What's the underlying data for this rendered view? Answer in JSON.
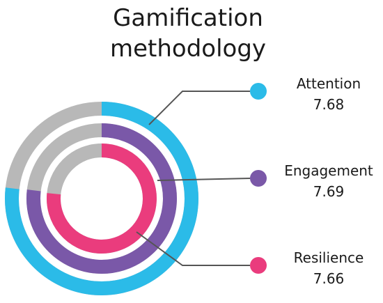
{
  "title_lines": [
    "Gamification",
    "methodology"
  ],
  "chart_data": {
    "type": "radial-bar",
    "title": "Gamification methodology",
    "scale_max": 10,
    "series": [
      {
        "name": "Attention",
        "value": 7.68,
        "color": "#2bbbe8"
      },
      {
        "name": "Engagement",
        "value": 7.69,
        "color": "#7a58a8"
      },
      {
        "name": "Resilience",
        "value": 7.66,
        "color": "#ea3c7d"
      }
    ],
    "track_color": "#b8b8b8",
    "leader_color": "#555555"
  }
}
